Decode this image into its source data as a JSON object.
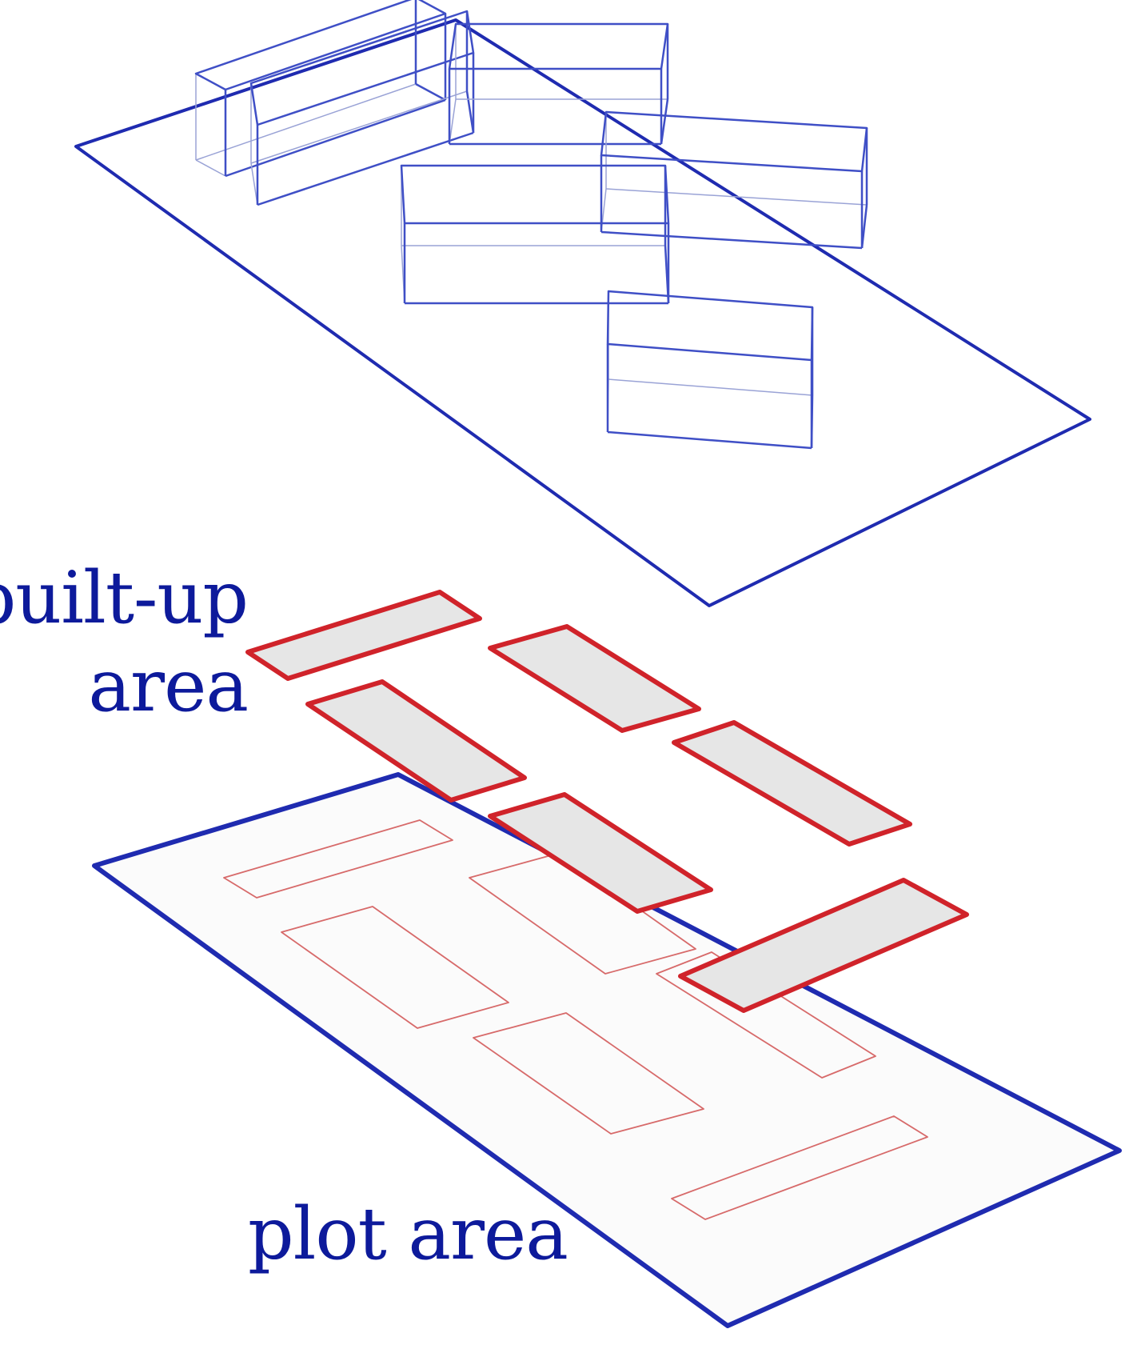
{
  "labels": {
    "built_up_line1": "built-up",
    "built_up_line2": "area",
    "plot": "plot area"
  },
  "colors": {
    "plot_outline": "#1f2bb0",
    "building_edges": "#3f4fc6",
    "hidden_edges": "#9aa3d6",
    "footprint_outline": "#d0232a",
    "footprint_fill": "#e6e6e6",
    "footprint_trace": "#d76a6a",
    "plot_fill": "#fbfbfb",
    "label_text": "#0d1a9b"
  }
}
